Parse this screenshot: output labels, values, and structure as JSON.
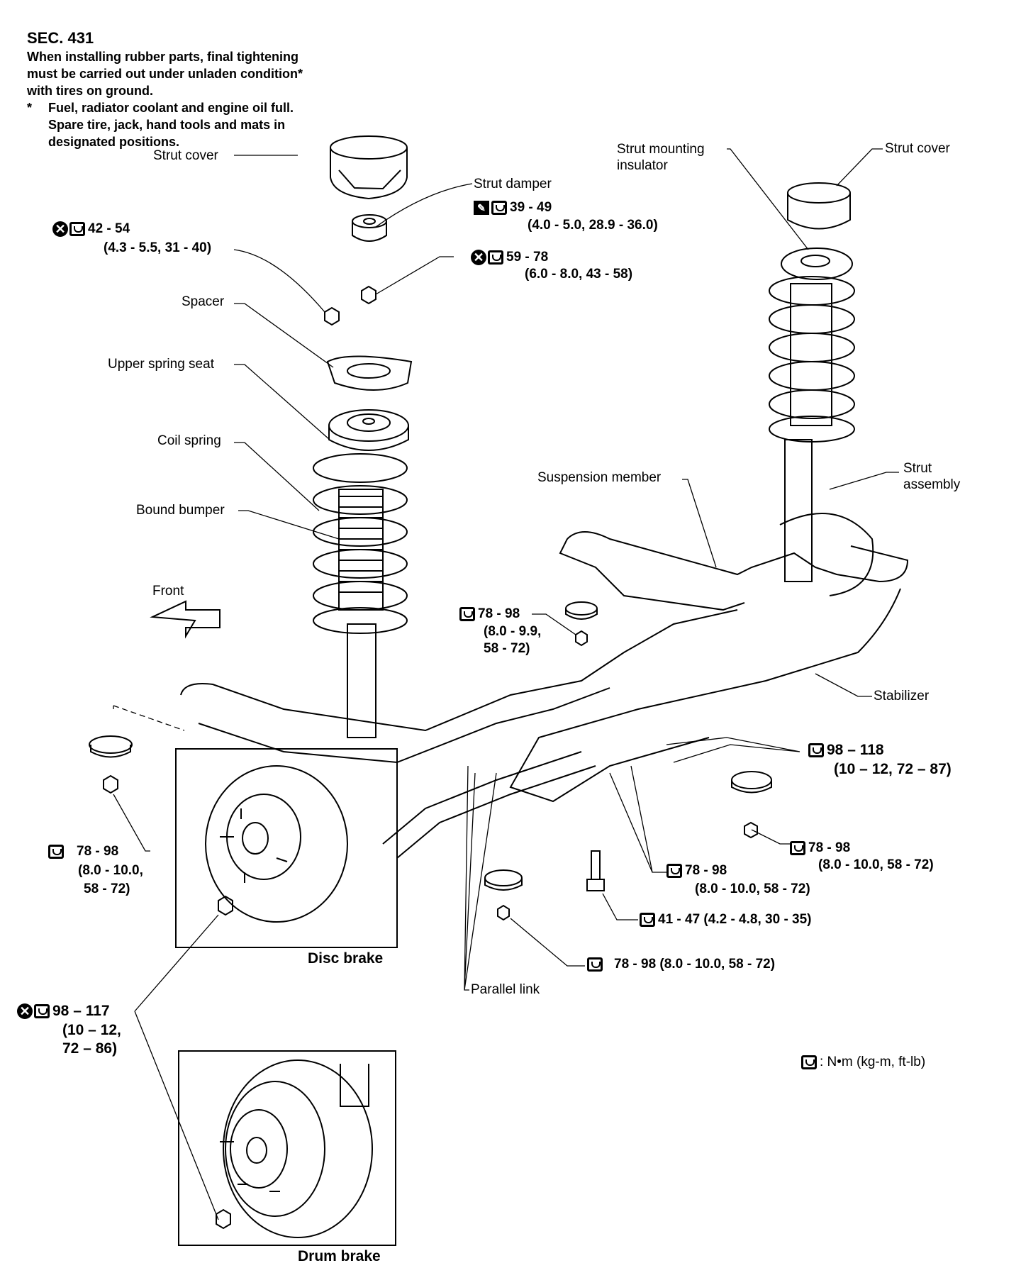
{
  "header": {
    "section": "SEC. 431",
    "note_lines": [
      "When installing rubber parts, final tightening",
      "must be carried out under unladen condition*",
      "with tires on ground."
    ],
    "footnote_mark": "*",
    "footnote_lines": [
      "Fuel, radiator coolant and engine oil full.",
      "Spare tire, jack, hand tools and mats in",
      "designated positions."
    ]
  },
  "labels": {
    "strut_cover_left": "Strut cover",
    "strut_cover_right": "Strut cover",
    "strut_damper": "Strut damper",
    "strut_mounting_insulator_1": "Strut mounting",
    "strut_mounting_insulator_2": "insulator",
    "spacer": "Spacer",
    "upper_spring_seat": "Upper spring seat",
    "coil_spring": "Coil spring",
    "bound_bumper": "Bound bumper",
    "front": "Front",
    "suspension_member": "Suspension member",
    "strut_assembly_1": "Strut",
    "strut_assembly_2": "assembly",
    "stabilizer": "Stabilizer",
    "parallel_link": "Parallel link",
    "disc_brake": "Disc brake",
    "drum_brake": "Drum brake"
  },
  "torques": {
    "t_42_54": {
      "line1": "42 - 54",
      "line2": "(4.3 - 5.5, 31 - 40)"
    },
    "t_39_49": {
      "line1": "39 - 49",
      "line2": "(4.0 - 5.0, 28.9 - 36.0)"
    },
    "t_59_78": {
      "line1": "59 - 78",
      "line2": "(6.0 - 8.0, 43 - 58)"
    },
    "t_78_98_mid": {
      "line1": "78 - 98",
      "line2": "(8.0 - 9.9,",
      "line3": "58 - 72)"
    },
    "t_78_98_left": {
      "line1": "78 - 98",
      "line2": "(8.0 - 10.0,",
      "line3": "58 - 72)"
    },
    "t_98_118": {
      "line1": "98 – 118",
      "line2": "(10 – 12, 72 – 87)"
    },
    "t_78_98_right": {
      "line1": "78 - 98",
      "line2": "(8.0 - 10.0, 58 - 72)"
    },
    "t_78_98_center": {
      "line1": "78 - 98",
      "line2": "(8.0 - 10.0, 58 - 72)"
    },
    "t_41_47": {
      "line1": "41 - 47 (4.2 - 4.8, 30 - 35)"
    },
    "t_78_98_bottom": {
      "line1": "78 - 98 (8.0 - 10.0, 58 - 72)"
    },
    "t_98_117": {
      "line1": "98 – 117",
      "line2": "(10 – 12,",
      "line3": "72 – 86)"
    }
  },
  "legend": {
    "text": ": N•m (kg-m, ft-lb)"
  },
  "icons": {
    "torque": "torque-wrench-icon",
    "replace": "replace-part-icon",
    "grease": "apply-grease-icon"
  }
}
